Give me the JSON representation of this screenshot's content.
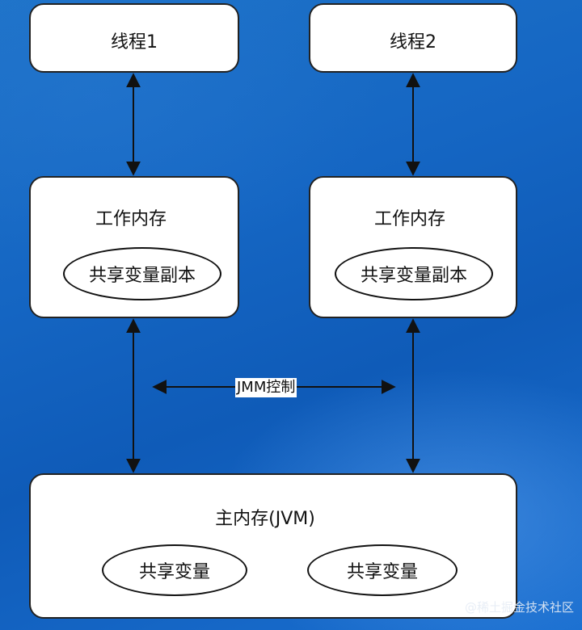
{
  "diagram": {
    "thread1": {
      "label": "线程1"
    },
    "thread2": {
      "label": "线程2"
    },
    "work_memory_1": {
      "title": "工作内存",
      "copy_label": "共享变量副本"
    },
    "work_memory_2": {
      "title": "工作内存",
      "copy_label": "共享变量副本"
    },
    "jmm_label": "JMM控制",
    "main_memory": {
      "title": "主内存(JVM)",
      "variables": [
        "共享变量",
        "共享变量"
      ]
    }
  },
  "watermark": "@稀土掘金技术社区",
  "colors": {
    "background": "#1566c3",
    "box_fill": "#ffffff",
    "stroke": "#111111"
  }
}
